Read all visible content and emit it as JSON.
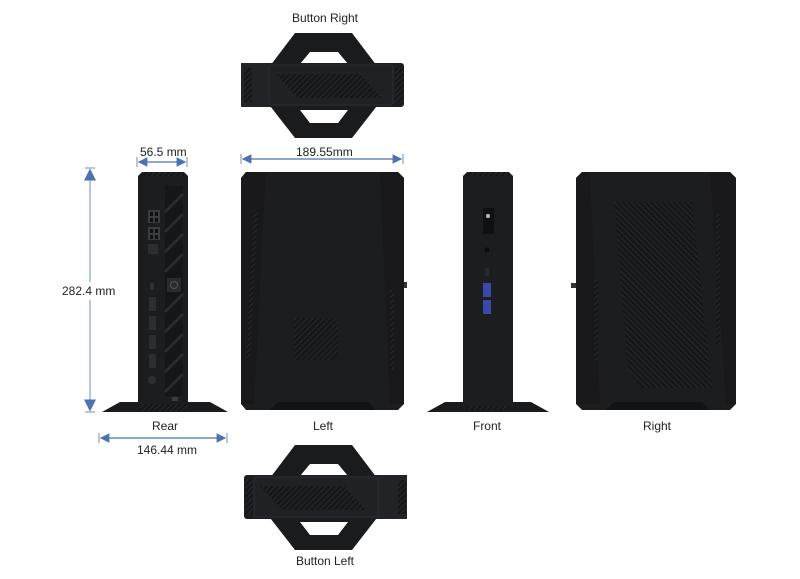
{
  "colors": {
    "background": "#ffffff",
    "device_body": "#1c1d1f",
    "device_edge": "#2a2b2e",
    "dimension_line": "#6f8fbf",
    "label_text": "#222222",
    "usb_blue": "#3a48a8"
  },
  "views": {
    "button_right": {
      "label": "Button Right"
    },
    "rear": {
      "label": "Rear"
    },
    "left": {
      "label": "Left"
    },
    "front": {
      "label": "Front"
    },
    "right": {
      "label": "Right"
    },
    "button_left": {
      "label": "Button Left"
    }
  },
  "dimensions": {
    "depth": "56.5 mm",
    "width": "189.55mm",
    "height": "282.4 mm",
    "stand_width": "146.44 mm"
  },
  "icons": {
    "power": "power-button-icon",
    "usb": "usb-port-icon",
    "hdmi": "hdmi-port-icon",
    "ethernet": "ethernet-port-icon",
    "dc_in": "dc-power-jack-icon",
    "lock": "kensington-lock-icon"
  }
}
